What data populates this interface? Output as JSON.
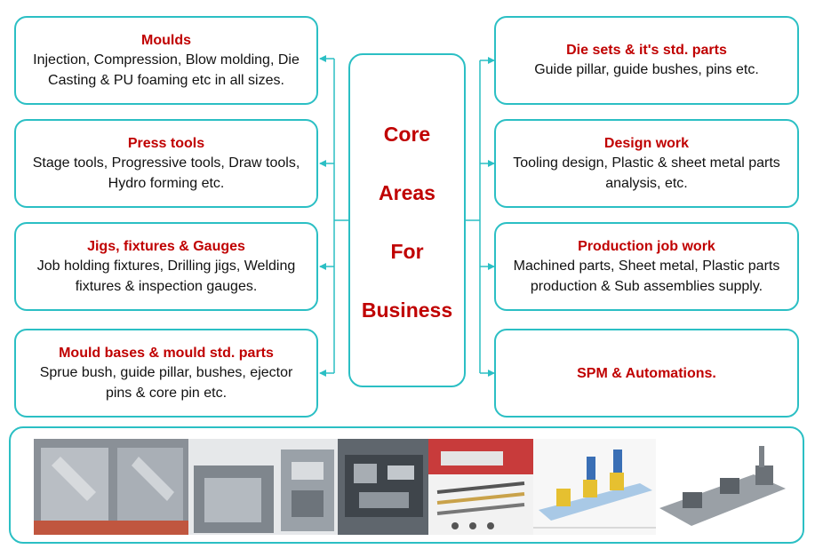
{
  "colors": {
    "accent": "#2bbfc4",
    "title": "#c00000",
    "text": "#111111"
  },
  "core": {
    "words": [
      "Core",
      "Areas",
      "For",
      "Business"
    ]
  },
  "left_boxes": [
    {
      "title": "Moulds",
      "lines": [
        "Injection, Compression, Blow molding, Die",
        "Casting & PU foaming etc in all sizes."
      ]
    },
    {
      "title": "Press tools",
      "lines": [
        "Stage tools, Progressive tools, Draw tools,",
        "Hydro forming etc."
      ]
    },
    {
      "title": "Jigs, fixtures & Gauges",
      "lines": [
        "Job holding fixtures, Drilling jigs, Welding",
        "fixtures & inspection gauges."
      ]
    },
    {
      "title": "Mould bases & mould std. parts",
      "lines": [
        "Sprue bush, guide pillar, bushes, ejector",
        "pins & core pin etc."
      ]
    }
  ],
  "right_boxes": [
    {
      "title": "Die sets & it's std. parts",
      "lines": [
        "Guide pillar, guide bushes, pins etc."
      ]
    },
    {
      "title": "Design work",
      "lines": [
        "Tooling design, Plastic & sheet metal parts",
        "analysis, etc."
      ]
    },
    {
      "title": "Production job work",
      "lines": [
        "Machined parts, Sheet metal, Plastic parts",
        "production & Sub assemblies supply."
      ]
    },
    {
      "title": "SPM & Automations.",
      "lines": []
    }
  ]
}
